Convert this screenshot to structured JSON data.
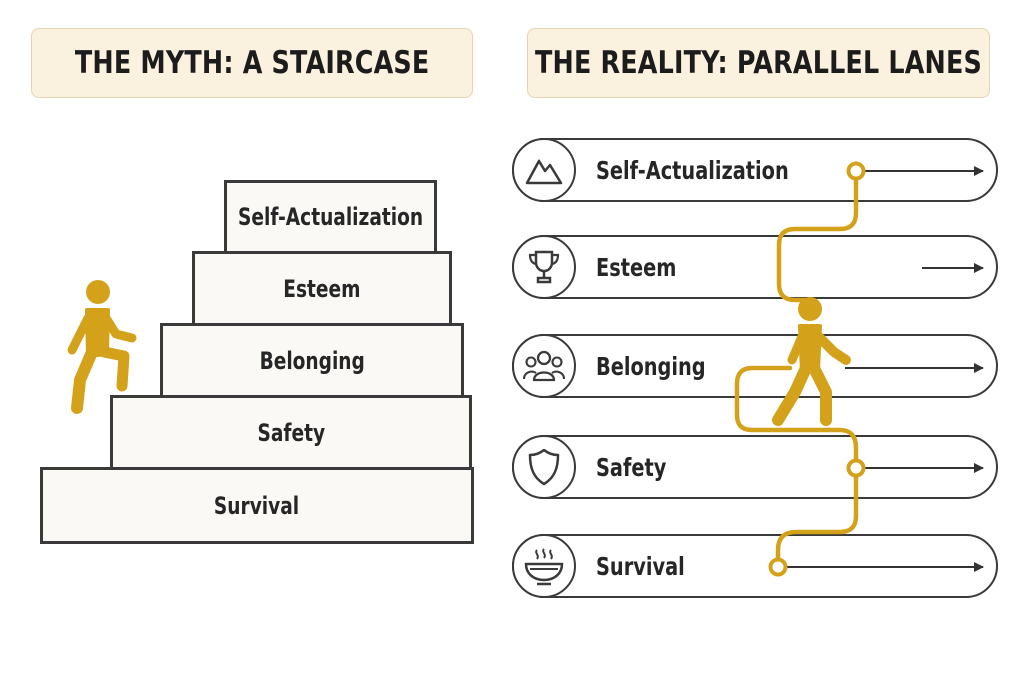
{
  "left_title": "THE MYTH: A STAIRCASE",
  "right_title": "THE REALITY: PARALLEL LANES",
  "staircase": {
    "steps": [
      "Self-Actualization",
      "Esteem",
      "Belonging",
      "Safety",
      "Survival"
    ]
  },
  "lanes": [
    {
      "label": "Self-Actualization",
      "icon": "mountain-icon"
    },
    {
      "label": "Esteem",
      "icon": "trophy-icon"
    },
    {
      "label": "Belonging",
      "icon": "people-icon"
    },
    {
      "label": "Safety",
      "icon": "shield-icon"
    },
    {
      "label": "Survival",
      "icon": "bowl-icon"
    }
  ],
  "colors": {
    "accent": "#d4a21a",
    "stroke": "#3a3a3a",
    "banner_bg": "#fbf1df"
  }
}
